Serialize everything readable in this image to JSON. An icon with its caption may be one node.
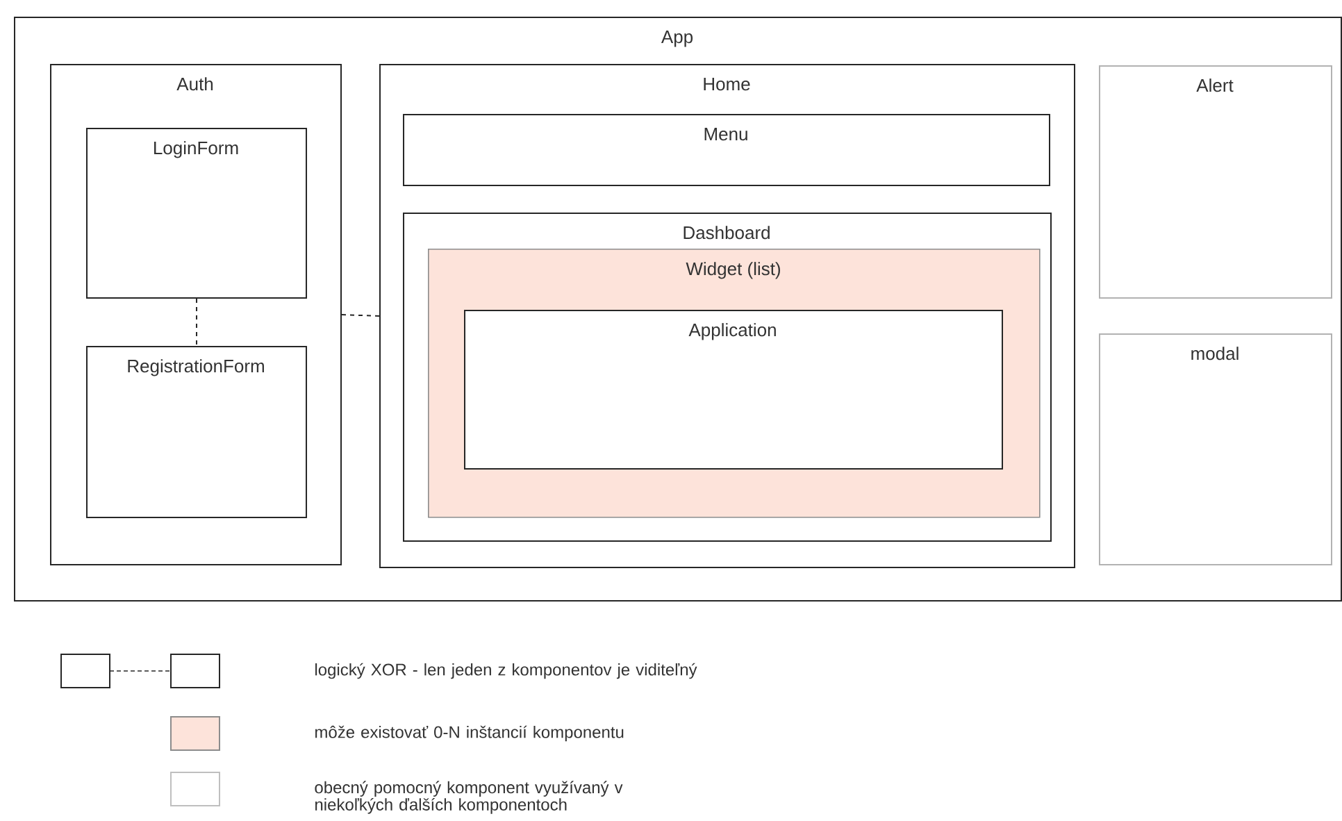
{
  "diagram": {
    "nodes": [
      {
        "text": [
          "App"
        ]
      },
      {
        "text": [
          "Auth"
        ],
        "in": 0
      },
      {
        "text": [
          "LoginForm"
        ],
        "in": 1
      },
      {
        "text": [
          "RegistrationForm"
        ],
        "in": 1
      },
      {
        "text": [
          "Home"
        ],
        "in": 0
      },
      {
        "text": [
          "Menu"
        ],
        "in": 4
      },
      {
        "text": [
          "Dashboard"
        ],
        "in": 4
      },
      {
        "text": [
          "Widget (list)"
        ],
        "in": 6
      },
      {
        "text": [
          "Application"
        ],
        "in": 7
      },
      {
        "text": [
          "Alert"
        ],
        "in": 0
      },
      {
        "text": [
          "modal"
        ],
        "in": 0
      }
    ],
    "edges": [
      {
        "from": 2,
        "to": 3,
        "arrow": "none",
        "style": "dashed"
      },
      {
        "from": 1,
        "to": 4,
        "arrow": "none",
        "style": "dashed"
      }
    ],
    "legend": [
      {
        "text": "logický XOR - len jeden z komponentov je viditeľný"
      },
      {
        "text": "môže existovať 0-N inštancií komponentu",
        "color": "#fde3da"
      },
      {
        "text": "obecný pomocný komponent využívaný v niekoľkých ďalších komponentoch"
      }
    ]
  }
}
